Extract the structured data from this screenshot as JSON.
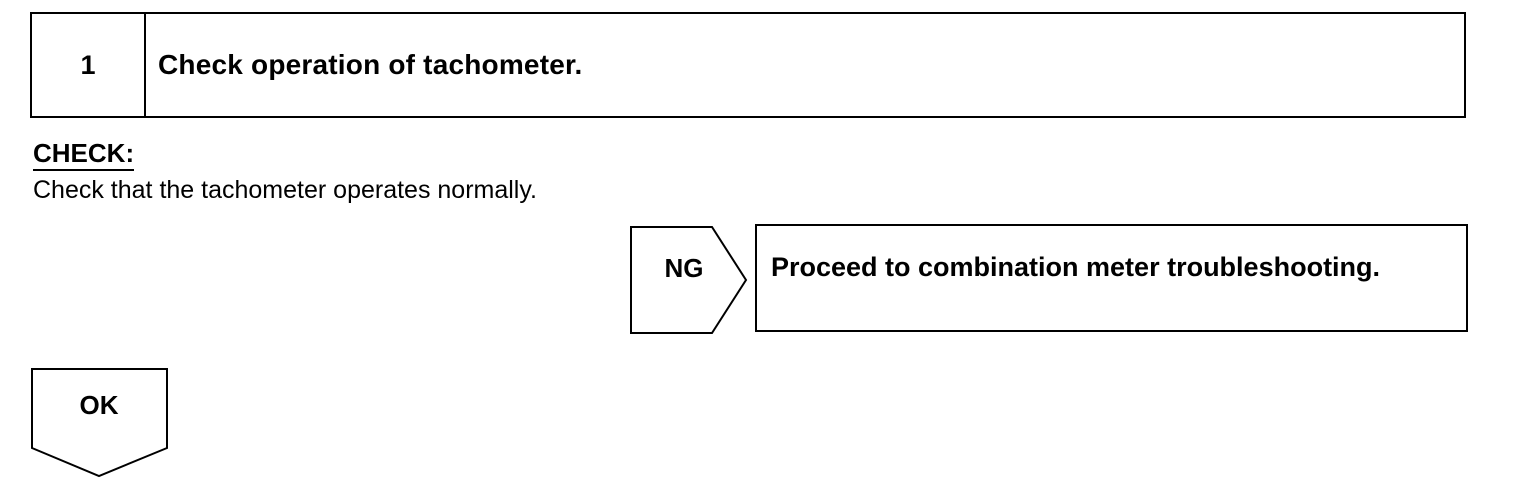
{
  "step": {
    "number": "1",
    "title": "Check operation of tachometer."
  },
  "check": {
    "label": "CHECK:",
    "text": "Check that the tachometer operates normally."
  },
  "ng_branch": {
    "tag": "NG",
    "action": "Proceed to combination meter troubleshooting."
  },
  "ok_branch": {
    "tag": "OK"
  }
}
